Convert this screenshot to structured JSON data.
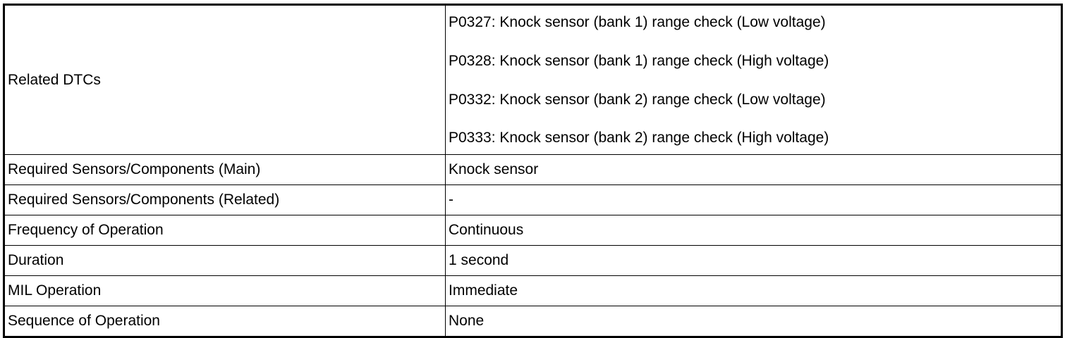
{
  "table": {
    "dtc_row": {
      "label": "Related DTCs",
      "values": [
        "P0327: Knock sensor (bank 1) range check (Low voltage)",
        "P0328: Knock sensor (bank 1) range check (High voltage)",
        "P0332: Knock sensor (bank 2) range check (Low voltage)",
        "P0333: Knock sensor (bank 2) range check (High voltage)"
      ]
    },
    "rows": [
      {
        "label": "Required Sensors/Components (Main)",
        "value": "Knock sensor"
      },
      {
        "label": "Required Sensors/Components (Related)",
        "value": "-"
      },
      {
        "label": "Frequency of Operation",
        "value": "Continuous"
      },
      {
        "label": "Duration",
        "value": "1 second"
      },
      {
        "label": "MIL Operation",
        "value": "Immediate"
      },
      {
        "label": "Sequence of Operation",
        "value": "None"
      }
    ]
  }
}
